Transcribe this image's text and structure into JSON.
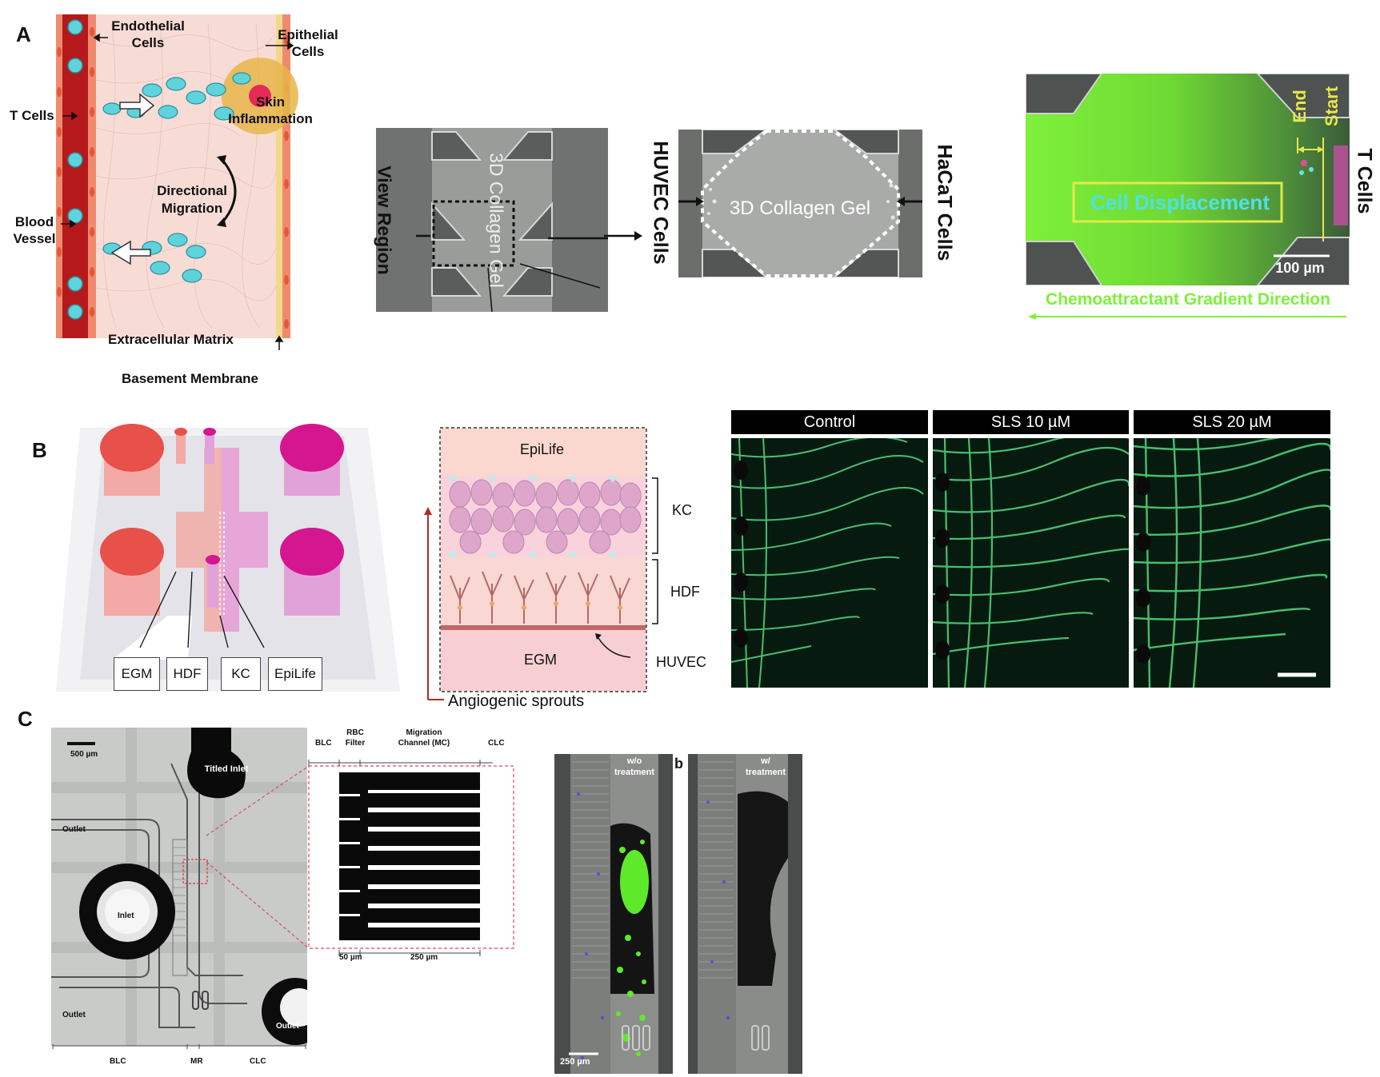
{
  "panel_labels": {
    "a": "A",
    "b": "B",
    "c": "C"
  },
  "panelA": {
    "schematic": {
      "endothelial": "Endothelial\nCells",
      "epithelial": "Epithelial\nCells",
      "tcells": "T Cells",
      "skin_inflammation": "Skin\nInflammation",
      "directional_migration": "Directional\nMigration",
      "blood_vessel": "Blood\nVessel",
      "ecm": "Extracellular Matrix",
      "basement_membrane": "Basement Membrane"
    },
    "chip": {
      "view_region": "View Region",
      "collagen_gel_vertical": "3D Collagen Gel",
      "collagen_gel": "3D Collagen Gel",
      "huvec_cells": "HUVEC Cells",
      "hacat_cells": "HaCaT Cells"
    },
    "fluorescence": {
      "end": "End",
      "start": "Start",
      "t_cells": "T Cells",
      "cell_displacement": "Cell Displacement",
      "scale_bar": "100 µm",
      "gradient": "Chemoattractant Gradient Direction"
    }
  },
  "panelB": {
    "device_boxes": [
      "EGM",
      "HDF",
      "KC",
      "EpiLife"
    ],
    "layers": {
      "epilife": "EpiLife",
      "kc": "KC",
      "hdf": "HDF",
      "egm": "EGM",
      "huvec": "HUVEC",
      "angiogenic": "Angiogenic sprouts"
    },
    "conditions": [
      "Control",
      "SLS 10 µM",
      "SLS 20 µM"
    ]
  },
  "panelC": {
    "scale_500": "500 µm",
    "titled_inlet": "Titled Inlet",
    "outlet_top": "Outlet",
    "outlet_bottom": "Outlet",
    "outlet_right": "Outlet",
    "inlet": "Inlet",
    "bottom_labels": [
      "BLC",
      "MR",
      "CLC"
    ],
    "zoom_headers": {
      "blc": "BLC",
      "rbc": "RBC\nFilter",
      "mc": "Migration\nChannel (MC)",
      "clc": "CLC"
    },
    "zoom_dims": [
      "50 µm",
      "250 µm"
    ],
    "sub_b": "b",
    "wo_treatment": "w/o\ntreatment",
    "w_treatment": "w/\ntreatment",
    "scale_250": "250 µm"
  },
  "colors": {
    "vessel_red": "#b5191b",
    "tcell_cyan": "#5fd3dc",
    "magenta": "#d4168f",
    "coral": "#e8504a",
    "gradient_green": "#7ef03a",
    "sprout_green": "#4fd07a"
  }
}
